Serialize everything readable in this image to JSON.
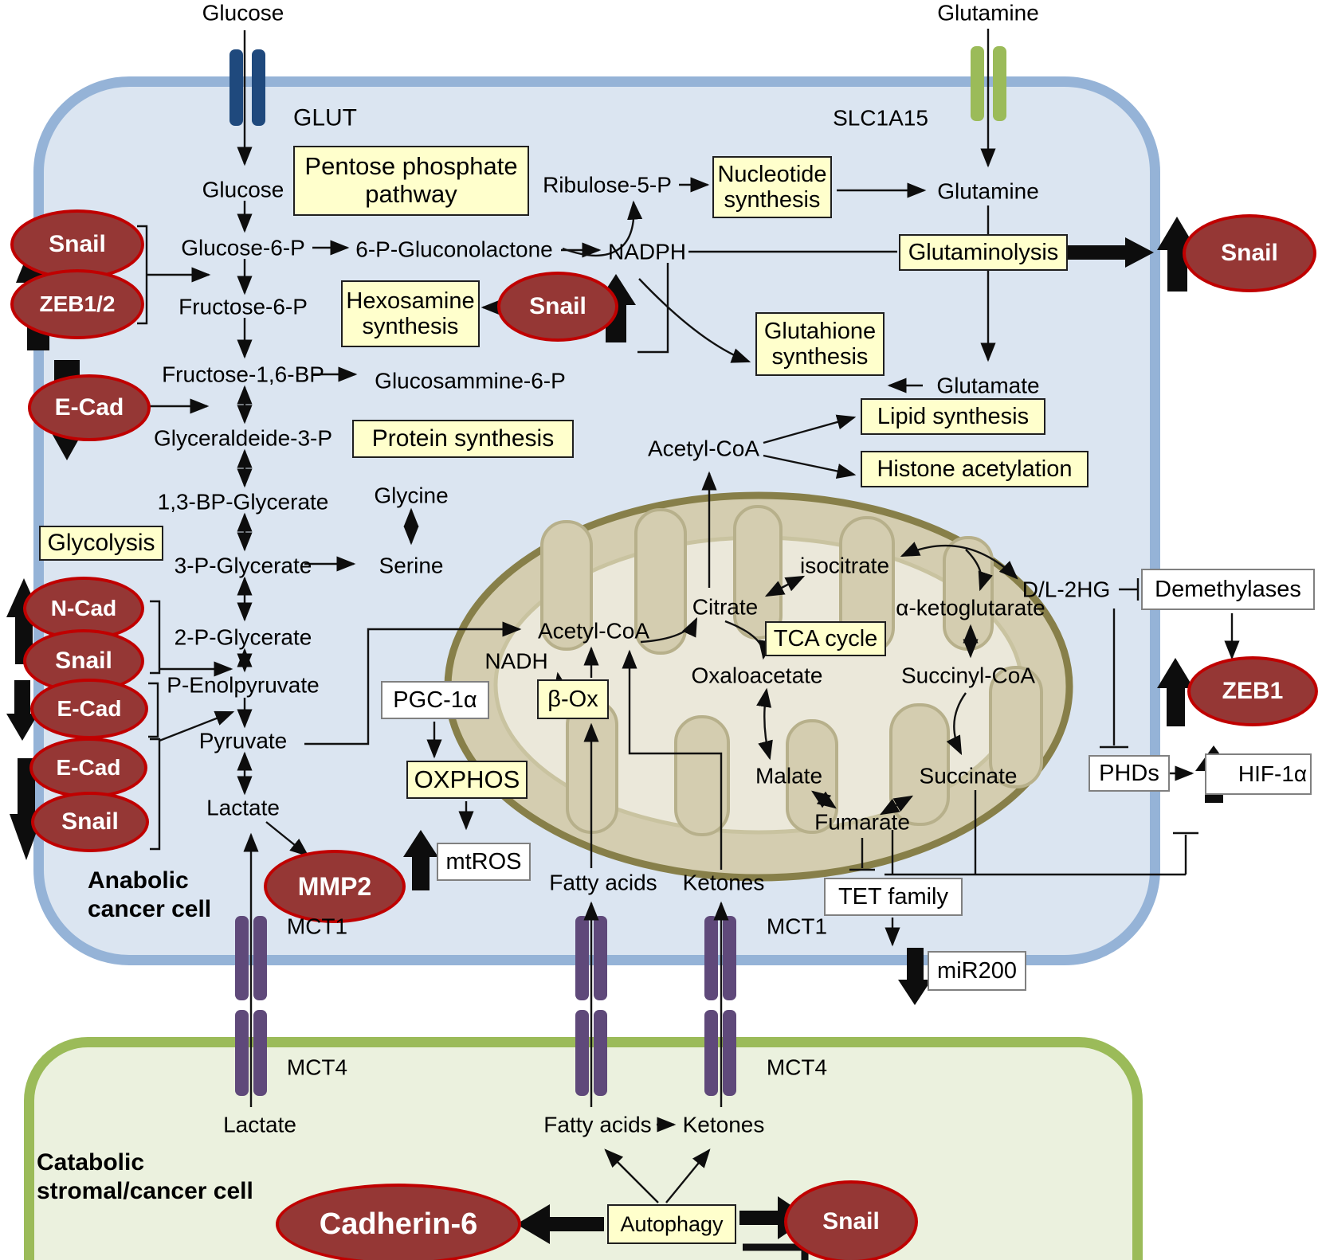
{
  "colors": {
    "cell_fill": "#dbe5f1",
    "cell_border": "#95b3d7",
    "cat_fill": "#ebf1de",
    "cat_border": "#9bbb59",
    "oval_fill": "#953735",
    "oval_border": "#c00000",
    "box_yellow": "#ffffcc",
    "glut": "#1f497d",
    "slc": "#9bbb59",
    "mct": "#5f497a",
    "mito_ring": "#d4cdb0",
    "mito_border": "#877f49",
    "mito_matrix": "#ebe8da",
    "ink": "#0d0d0d"
  },
  "metabolites": {
    "glucose_top": "Glucose",
    "glucose": "Glucose",
    "g6p": "Glucose-6-P",
    "gluconolactone": "6-P-Gluconolactone",
    "nadph": "NADPH",
    "ribulose5p": "Ribulose-5-P",
    "f6p": "Fructose-6-P",
    "f16bp": "Fructose-1,6-BP",
    "glucosammine": "Glucosammine-6-P",
    "ga3p": "Glyceraldeide-3-P",
    "bpg": "1,3-BP-Glycerate",
    "pg3": "3-P-Glycerate",
    "pg2": "2-P-Glycerate",
    "pep": "P-Enolpyruvate",
    "pyruvate": "Pyruvate",
    "lactate": "Lactate",
    "glycine": "Glycine",
    "serine": "Serine",
    "glutamine_top": "Glutamine",
    "glutamine": "Glutamine",
    "glutamate": "Glutamate",
    "acetylcoa_cytosol": "Acetyl-CoA",
    "acetylcoa_mito": "Acetyl-CoA",
    "nadh": "NADH",
    "citrate": "Citrate",
    "isocitrate": "isocitrate",
    "alpha_kg": "α-ketoglutarate",
    "succinyl_coa": "Succinyl-CoA",
    "succinate": "Succinate",
    "fumarate": "Fumarate",
    "malate": "Malate",
    "oxaloacetate": "Oxaloacetate",
    "dl_2hg": "D/L-2HG",
    "fatty_acids": "Fatty acids",
    "ketones": "Ketones",
    "lactate_stromal": "Lactate",
    "fatty_acids_stromal": "Fatty acids",
    "ketones_stromal": "Ketones"
  },
  "processes": {
    "pentose": "Pentose phosphate pathway",
    "hexosamine": "Hexosamine synthesis",
    "protein": "Protein synthesis",
    "glycolysis": "Glycolysis",
    "nucleotide": "Nucleotide synthesis",
    "glutaminolysis": "Glutaminolysis",
    "glutathione": "Glutahione synthesis",
    "lipid": "Lipid synthesis",
    "histone": "Histone acetylation",
    "tca": "TCA cycle",
    "beta_ox": "β-Ox",
    "oxphos": "OXPHOS",
    "autophagy": "Autophagy"
  },
  "regulators": {
    "pgc1a": "PGC-1α",
    "mtros": "mtROS",
    "demethylases": "Demethylases",
    "phds": "PHDs",
    "hif1a": "HIF-1α",
    "tet": "TET family",
    "mir200": "miR200"
  },
  "emt_factors": {
    "snail_glyc": "Snail",
    "zeb12": "ZEB1/2",
    "ecad_upper": "E-Cad",
    "ncad": "N-Cad",
    "snail_mid_glyc": "Snail",
    "ecad_pep": "E-Cad",
    "ecad_pyr": "E-Cad",
    "snail_pyr": "Snail",
    "mmp2": "MMP2",
    "snail_hexosamine": "Snail",
    "snail_glutaminolysis": "Snail",
    "zeb1": "ZEB1",
    "cadherin6": "Cadherin-6",
    "snail_autophagy": "Snail"
  },
  "transporters": {
    "glut": "GLUT",
    "slc1a15": "SLC1A15",
    "mct1_left": "MCT1",
    "mct1_right": "MCT1",
    "mct4_left": "MCT4",
    "mct4_right": "MCT4"
  },
  "cell_labels": {
    "anabolic_1": "Anabolic",
    "anabolic_2": "cancer cell",
    "catabolic_1": "Catabolic",
    "catabolic_2": "stromal/cancer cell"
  }
}
